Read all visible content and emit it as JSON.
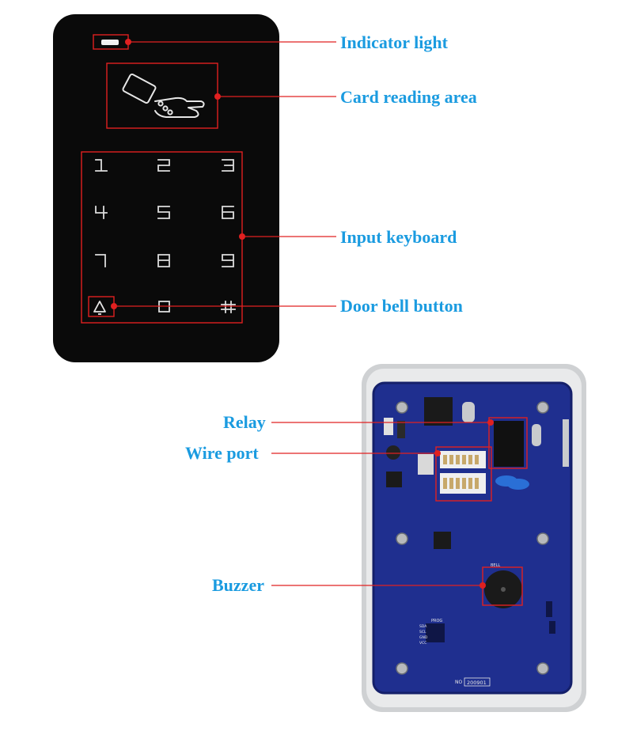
{
  "keypad": {
    "keys": [
      "1",
      "2",
      "3",
      "4",
      "5",
      "6",
      "7",
      "8",
      "9",
      "",
      "0",
      "#"
    ]
  },
  "annotations": {
    "indicator_light": "Indicator light",
    "card_reading_area": "Card reading area",
    "input_keyboard": "Input keyboard",
    "door_bell_button": "Door bell button",
    "relay": "Relay",
    "wire_port": "Wire port",
    "buzzer": "Buzzer"
  },
  "pcb": {
    "bell_label": "BELL",
    "serial_prefix": "NO",
    "serial_number": "200901",
    "pins": [
      "SDA",
      "SCL",
      "GND",
      "VCC"
    ],
    "proc_label": "PROG"
  },
  "colors": {
    "label_blue": "#1a9be0",
    "callout_red": "#e02020",
    "panel_black": "#0a0a0a",
    "pcb_blue": "#1f2f8f"
  }
}
